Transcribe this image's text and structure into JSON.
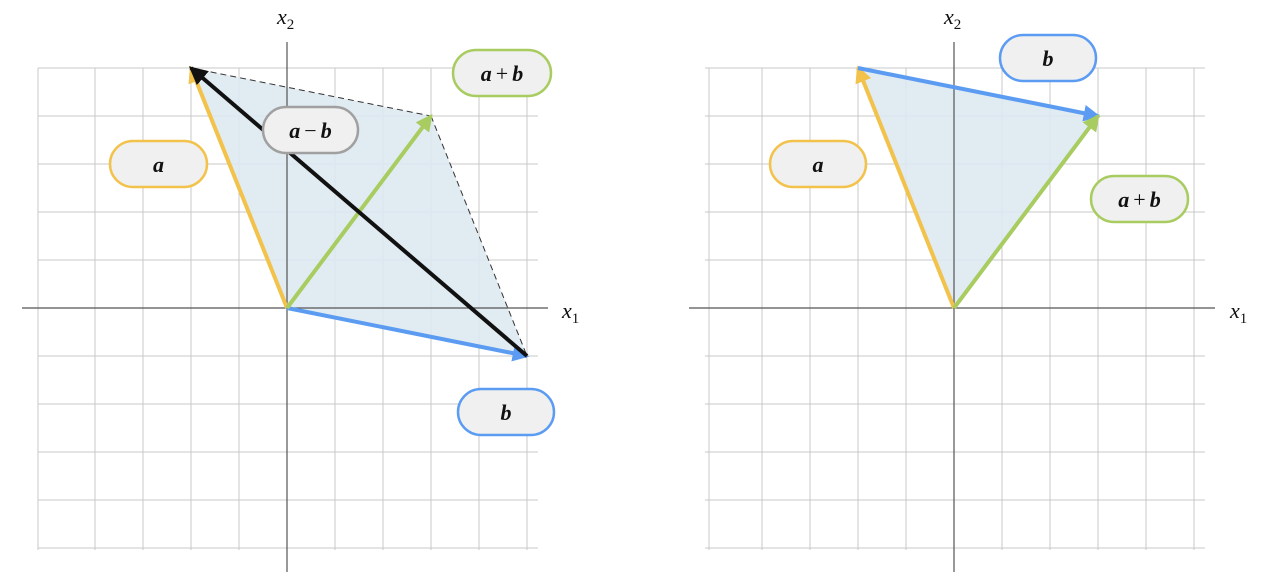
{
  "colors": {
    "a": "#f2c24b",
    "b": "#5b9cf2",
    "sum": "#a8cc60",
    "diff": "#111111",
    "diff_label_border": "#a0a0a0",
    "fill": "#dde9f1",
    "label_bg": "#f0f0f0",
    "grid": "#c8c8c8"
  },
  "panels": [
    {
      "id": "left",
      "x1_label": {
        "main": "x",
        "sub": "1"
      },
      "x2_label": {
        "main": "x",
        "sub": "2"
      },
      "vectors": {
        "a": [
          -2,
          5
        ],
        "b": [
          5,
          -1
        ],
        "sum": [
          3,
          4
        ],
        "diff": [
          -7,
          6
        ]
      },
      "labels": {
        "a": {
          "var1": "a"
        },
        "b": {
          "var1": "b"
        },
        "sum": {
          "var1": "a",
          "op": "+",
          "var2": "b"
        },
        "diff": {
          "var1": "a",
          "op": "−",
          "var2": "b"
        }
      }
    },
    {
      "id": "right",
      "x1_label": {
        "main": "x",
        "sub": "1"
      },
      "x2_label": {
        "main": "x",
        "sub": "2"
      },
      "vectors": {
        "a": [
          -2,
          5
        ],
        "b": [
          5,
          -1
        ],
        "sum": [
          3,
          4
        ]
      },
      "labels": {
        "a": {
          "var1": "a"
        },
        "b": {
          "var1": "b"
        },
        "sum": {
          "var1": "a",
          "op": "+",
          "var2": "b"
        }
      }
    }
  ]
}
